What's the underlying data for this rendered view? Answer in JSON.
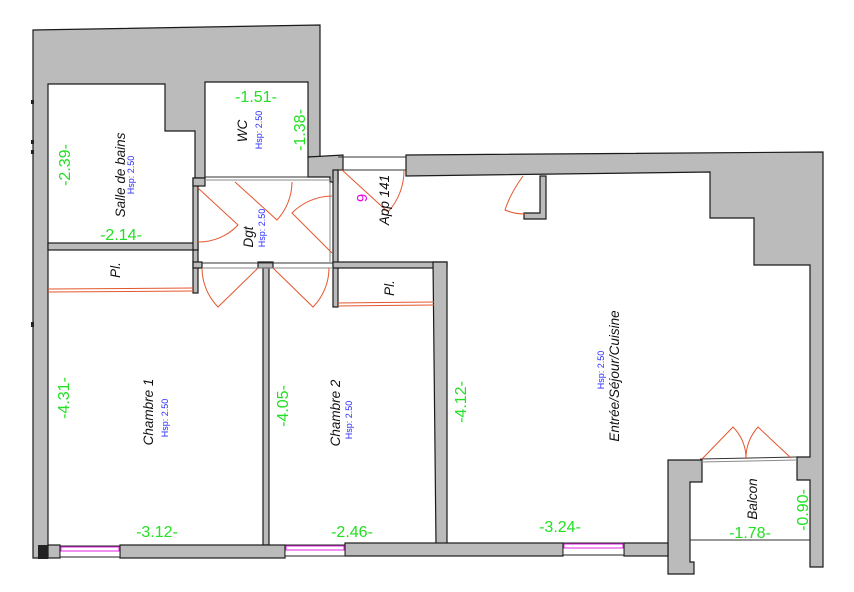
{
  "plan": {
    "apartment_label": "App 141",
    "marker": "9",
    "rooms": {
      "salle_de_bains": {
        "name": "Salle de bains",
        "hsp": "Hsp: 2.50"
      },
      "wc": {
        "name": "WC",
        "hsp": "Hsp: 2.50"
      },
      "dgt": {
        "name": "Dgt",
        "hsp": "Hsp: 2.50"
      },
      "chambre1": {
        "name": "Chambre 1",
        "hsp": "Hsp: 2.50"
      },
      "chambre2": {
        "name": "Chambre 2",
        "hsp": "Hsp: 2.50"
      },
      "sejour": {
        "name": "Entrée/Séjour/Cuisine",
        "hsp": "Hsp: 2.50"
      },
      "balcon": {
        "name": "Balcon"
      },
      "placard1": {
        "name": "Pl."
      },
      "placard2": {
        "name": "Pl."
      }
    },
    "dimensions": {
      "wc_width": "-1.51-",
      "wc_depth": "-1.38-",
      "sdb_depth": "-2.39-",
      "sdb_width": "-2.14-",
      "chambre1_depth": "-4.31-",
      "chambre1_width": "-3.12-",
      "chambre2_depth": "-4.05-",
      "chambre2_width": "-2.46-",
      "sejour_depth": "-4.12-",
      "sejour_width": "-3.24-",
      "balcon_width": "-1.78-",
      "balcon_depth": "-0.90-"
    },
    "colors": {
      "wall_fill": "#bbbbbb",
      "wall_outline": "#1a1a1a",
      "door_swing": "#e4572e",
      "window": "#e020e0",
      "dimension_text": "#22e022",
      "ceiling_height_text": "#2a2aff",
      "marker_text": "#ee00ee"
    }
  }
}
